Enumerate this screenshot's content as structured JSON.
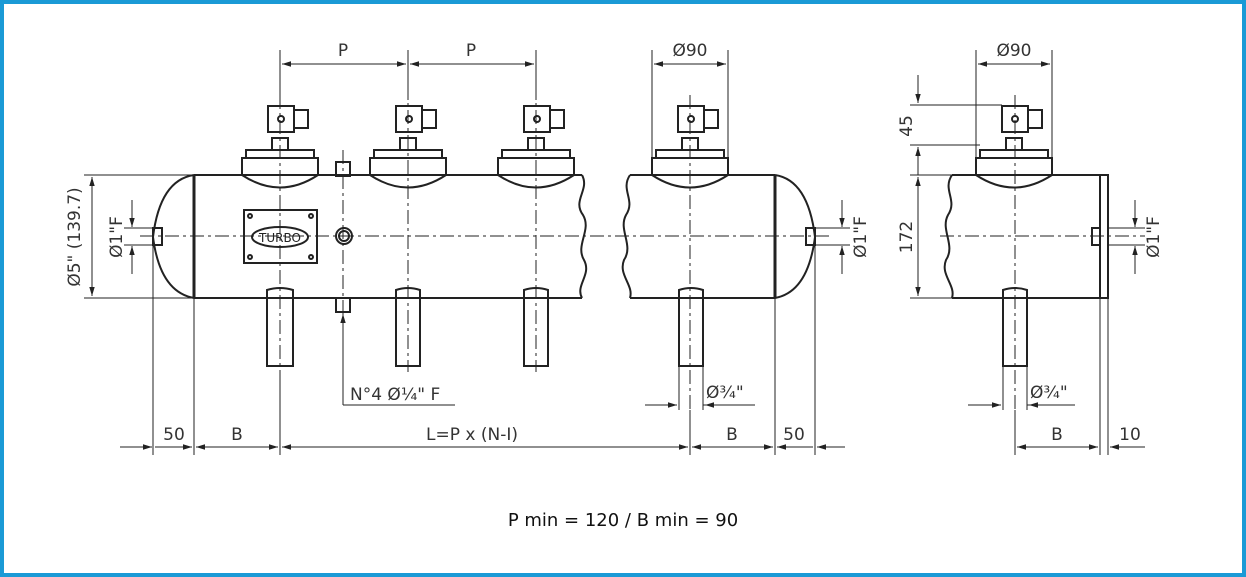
{
  "logo_text": "TURBO",
  "note": "P min = 120 / B min = 90",
  "labels": {
    "p": "P",
    "dia90": "Ø90",
    "h45": "45",
    "h172": "172",
    "dia5": "Ø5\" (139.7)",
    "dia1f": "Ø1\"F",
    "n4": "N°4 Ø¼\" F",
    "dia34": "Ø¾\"",
    "d50": "50",
    "b": "B",
    "l": "L=P x (N-I)",
    "d10": "10"
  }
}
